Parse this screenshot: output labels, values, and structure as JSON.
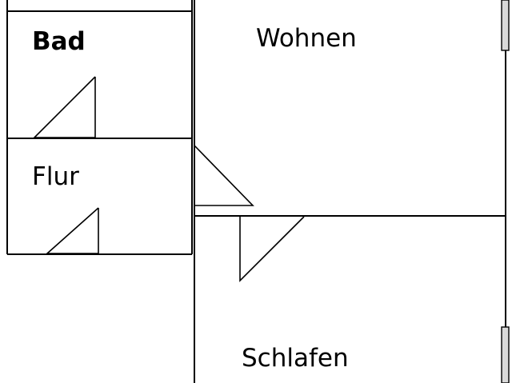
{
  "rooms": {
    "bad": {
      "label": "Bad"
    },
    "flur": {
      "label": "Flur"
    },
    "wohnen": {
      "label": "Wohnen"
    },
    "schlafen": {
      "label": "Schlafen"
    }
  },
  "colors": {
    "line": "#000000",
    "background": "#ffffff",
    "window_fill": "#d9d9d9"
  }
}
